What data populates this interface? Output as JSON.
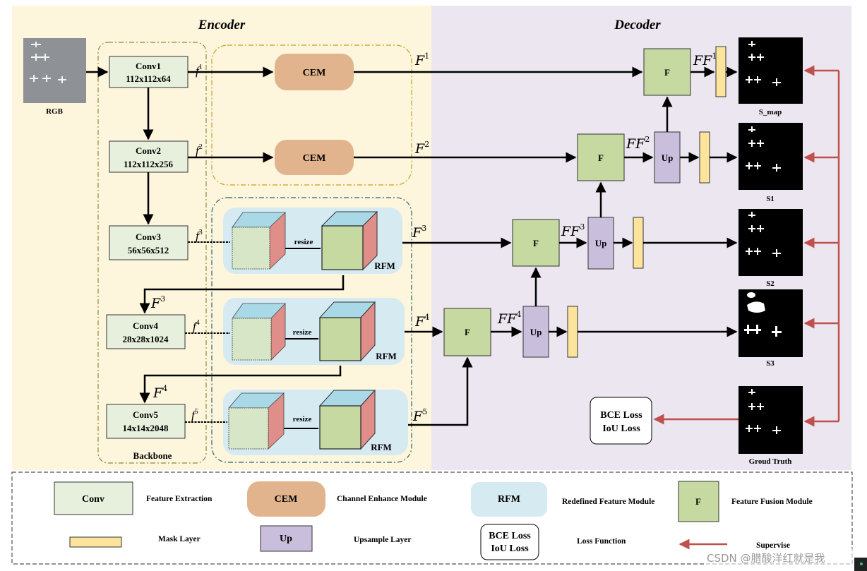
{
  "panels": {
    "encoder": "Encoder",
    "decoder": "Decoder"
  },
  "input_label": "RGB",
  "backbone_label": "Backbone",
  "conv_blocks": [
    {
      "name": "Conv1",
      "size": "112x112x64"
    },
    {
      "name": "Conv2",
      "size": "112x112x256"
    },
    {
      "name": "Conv3",
      "size": "56x56x512"
    },
    {
      "name": "Conv4",
      "size": "28x28x1024"
    },
    {
      "name": "Conv5",
      "size": "14x14x2048"
    }
  ],
  "cem_label": "CEM",
  "rfm_label": "RFM",
  "resize_label": "resize",
  "fusion_label": "F",
  "up_label": "Up",
  "feature_labels": {
    "f": "f",
    "F": "F",
    "FF": "FF",
    "sup": {
      "f1": "1",
      "f2": "2",
      "f3": "3",
      "f4": "4",
      "f5": "5",
      "F1": "1",
      "F2": "2",
      "F3": "3",
      "F4": "4",
      "F5": "5",
      "FF1": "1",
      "FF2": "2",
      "FF3": "3",
      "FF4": "4"
    }
  },
  "outputs": [
    "S_map",
    "S1",
    "S2",
    "S3",
    "Groud Truth"
  ],
  "loss": {
    "line1": "BCE Loss",
    "line2": "IoU Loss"
  },
  "legend": {
    "conv": {
      "label": "Conv",
      "desc": "Feature Extraction"
    },
    "cem": {
      "label": "CEM",
      "desc": "Channel Enhance Module"
    },
    "rfm": {
      "label": "RFM",
      "desc": "Redefined Feature Module"
    },
    "fusion": {
      "label": "F",
      "desc": "Feature Fusion  Module"
    },
    "mask": {
      "desc": "Mask Layer"
    },
    "up": {
      "label": "Up",
      "desc": "Upsample Layer"
    },
    "loss": {
      "line1": "BCE Loss",
      "line2": "IoU Loss",
      "desc": "Loss Function"
    },
    "supervise": {
      "desc": "Supervise"
    }
  },
  "watermark": "CSDN @腊酸洋红就是我",
  "colors": {
    "encoder_bg": "#fdf5dc",
    "decoder_bg": "#ebe6ef",
    "conv_fill": "#e6f0dc",
    "cem_fill": "#e2b48e",
    "rfm_bg": "#d6eaf2",
    "fusion_fill": "#c5d9a0",
    "up_fill": "#c9bedc",
    "mask_fill": "#fde49c",
    "supervise": "#c0504d",
    "cube_front": "#d6e6c6",
    "cube_front_dark": "#c5d9a0",
    "cube_side": "#df8e8a",
    "cube_top": "#a9d9e6"
  }
}
